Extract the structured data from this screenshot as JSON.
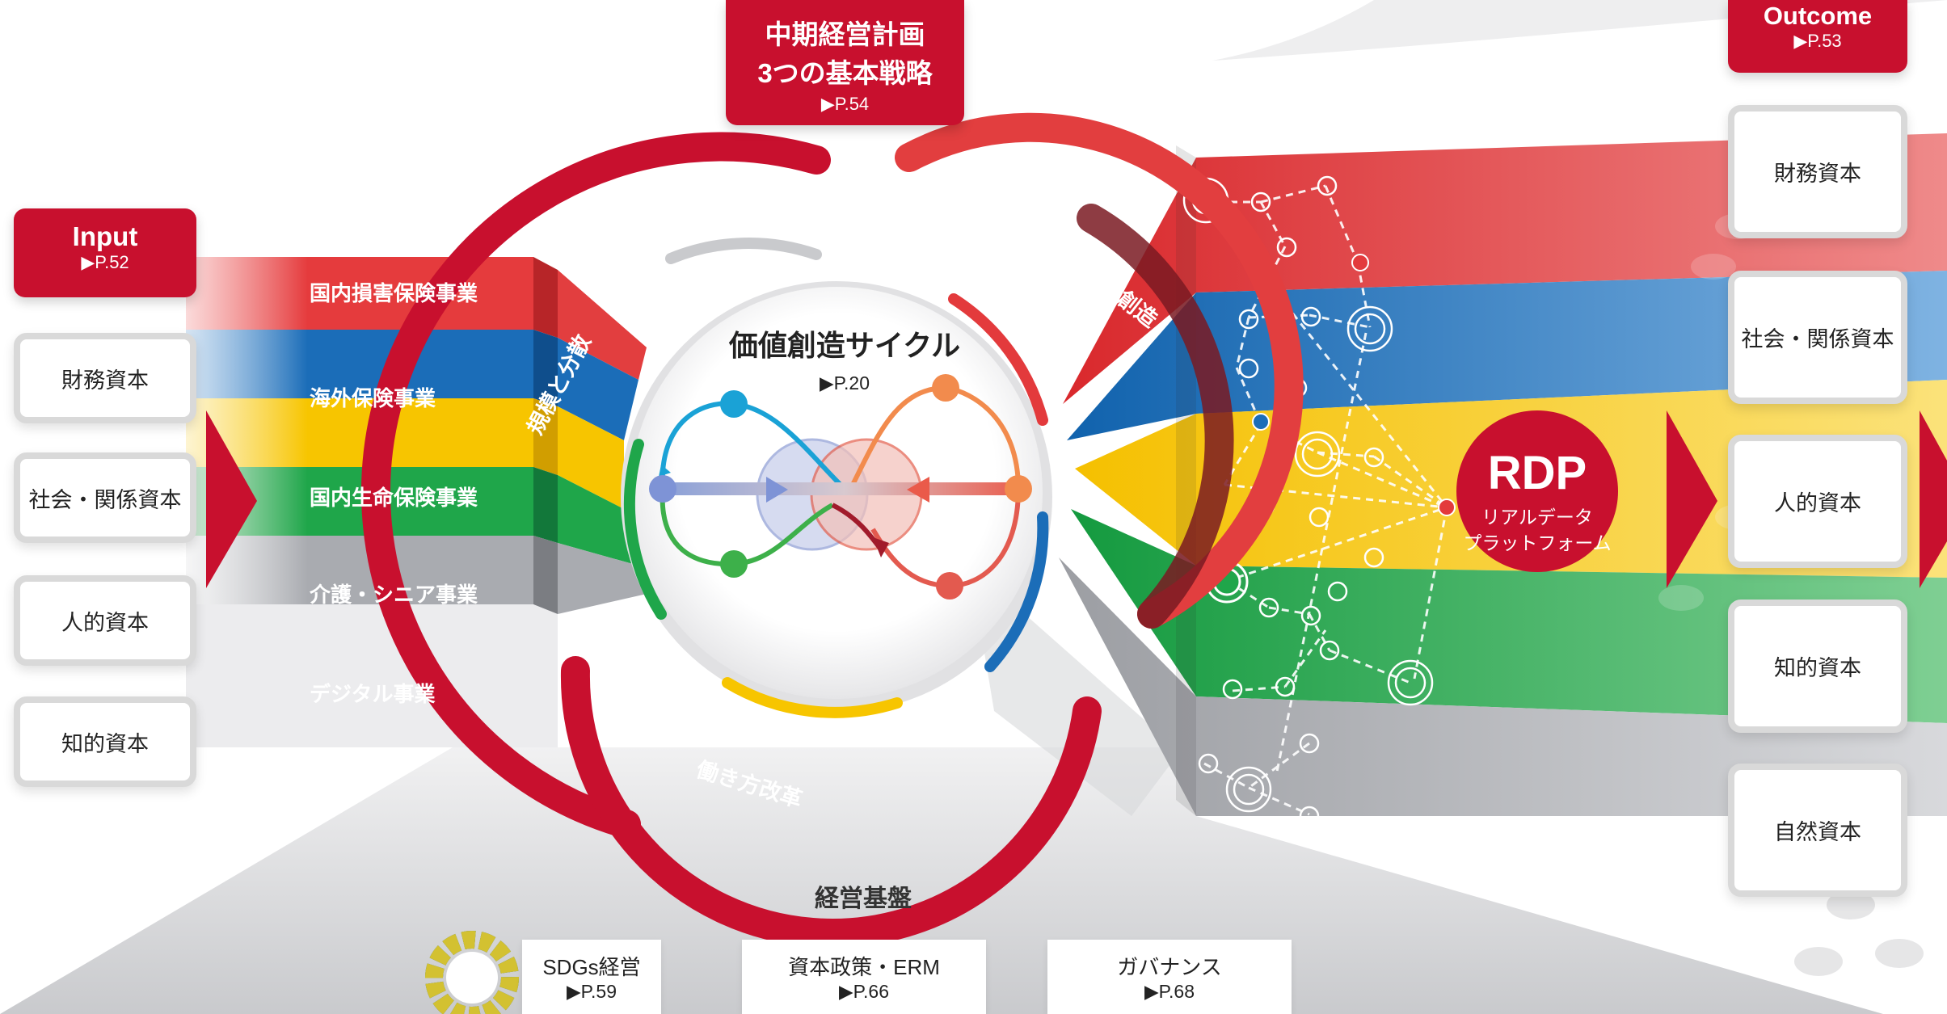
{
  "top_plan": {
    "title_line1": "中期経営計画",
    "title_line2": "3つの基本戦略",
    "ref": "▶P.54"
  },
  "input": {
    "title": "Input",
    "ref": "▶P.52",
    "capitals": [
      "財務資本",
      "社会・関係資本",
      "人的資本",
      "知的資本"
    ]
  },
  "outcome": {
    "title": "Outcome",
    "ref": "▶P.53",
    "capitals": [
      "財務資本",
      "社会・関係資本",
      "人的資本",
      "知的資本",
      "自然資本"
    ]
  },
  "businesses": [
    {
      "label": "国内損害保険事業",
      "color": "#e33a3c"
    },
    {
      "label": "海外保険事業",
      "color": "#1b6db8"
    },
    {
      "label": "国内生命保険事業",
      "color": "#f7c500"
    },
    {
      "label": "介護・シニア事業",
      "color": "#1fa64a"
    },
    {
      "label": "デジタル事業",
      "color": "#a9abb0"
    }
  ],
  "cycle": {
    "title": "価値創造サイクル",
    "ref": "▶P.20"
  },
  "arc_labels": {
    "left": "規模と分散",
    "right": "新たな顧客価値の創造",
    "bottom": "働き方改革"
  },
  "rdp": {
    "title": "RDP",
    "line1": "リアルデータ",
    "line2": "プラットフォーム"
  },
  "foundation": {
    "title": "経営基盤",
    "items": [
      {
        "label": "SDGs経営",
        "ref": "▶P.59"
      },
      {
        "label": "資本政策・ERM",
        "ref": "▶P.66"
      },
      {
        "label": "ガバナンス",
        "ref": "▶P.68"
      }
    ]
  },
  "colors": {
    "brand_red": "#c8102e",
    "dark_red": "#8b1a24"
  }
}
